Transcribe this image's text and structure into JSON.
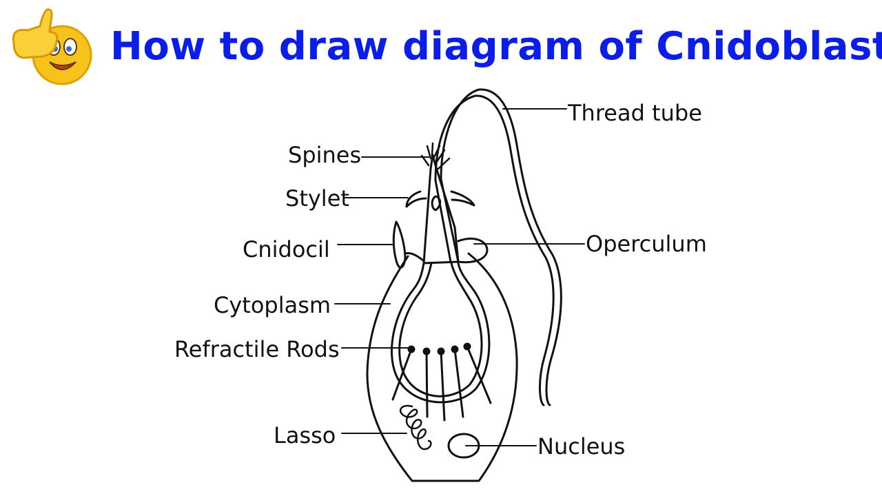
{
  "title": "How to draw diagram of Cnidoblast",
  "emoji_icon": "thumbs-up-smiley-icon",
  "colors": {
    "title": "#0a1ee8",
    "ink": "#111111",
    "emoji_face": "#f7c21c",
    "emoji_outline": "#e0a100"
  },
  "labels": {
    "thread_tube": "Thread tube",
    "spines": "Spines",
    "stylet": "Stylet",
    "cnidocil": "Cnidocil",
    "operculum": "Operculum",
    "cytoplasm": "Cytoplasm",
    "refractile_rods": "Refractile Rods",
    "lasso": "Lasso",
    "nucleus": "Nucleus"
  }
}
